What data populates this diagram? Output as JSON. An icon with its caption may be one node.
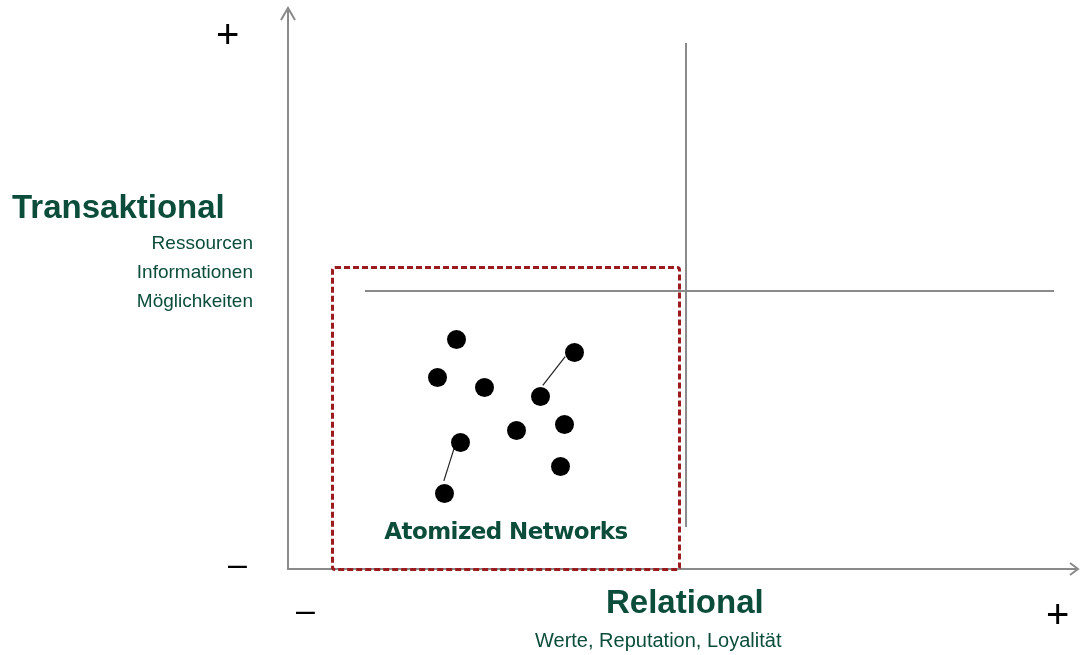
{
  "diagram": {
    "nodes": [
      {
        "text": [
          "Atomized Networks"
        ]
      },
      {
        "text": [],
        "shape": "circle",
        "in": 0
      },
      {
        "text": [],
        "shape": "circle",
        "in": 0
      },
      {
        "text": [],
        "shape": "circle",
        "in": 0
      },
      {
        "text": [],
        "shape": "circle",
        "in": 0
      },
      {
        "text": [],
        "shape": "circle",
        "in": 0
      },
      {
        "text": [],
        "shape": "circle",
        "in": 0
      },
      {
        "text": [],
        "shape": "circle",
        "in": 0
      },
      {
        "text": [],
        "shape": "circle",
        "in": 0
      },
      {
        "text": [],
        "shape": "circle",
        "in": 0
      },
      {
        "text": [],
        "shape": "circle",
        "in": 0
      }
    ],
    "edges": [
      {
        "from": 2,
        "to": 4,
        "arrow": "none"
      },
      {
        "from": 7,
        "to": 10,
        "arrow": "none"
      }
    ],
    "labels": [
      "+",
      "Transaktional",
      "Ressourcen",
      "Informationen",
      "Möglichkeiten",
      "–",
      "–",
      "Relational",
      "+",
      "Werte, Reputation, Loyalität"
    ]
  }
}
